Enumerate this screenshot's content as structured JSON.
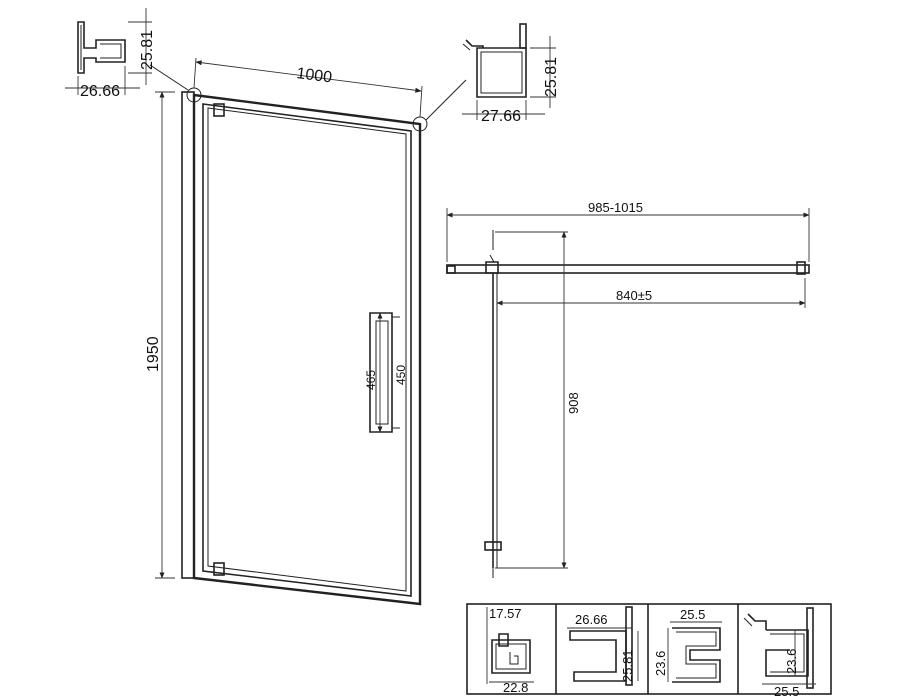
{
  "door_front": {
    "width_label": "1000",
    "height_label": "1950",
    "handle_outer_label": "465",
    "handle_inner_label": "450"
  },
  "top_left_profile": {
    "height_label": "25.81",
    "width_label": "26.66"
  },
  "top_right_profile": {
    "height_label": "25.81",
    "width_label": "27.66"
  },
  "top_view": {
    "overall_label": "985-1015",
    "opening_label": "840±5",
    "swing_label": "908"
  },
  "profile_panels": [
    {
      "top_label": "17.57",
      "bottom_label": "22.8"
    },
    {
      "top_label": "26.66",
      "side_label": "25.81"
    },
    {
      "top_label": "25.5",
      "side_label": "23.6"
    },
    {
      "side_label": "23.6",
      "bottom_label": "25.5"
    }
  ]
}
